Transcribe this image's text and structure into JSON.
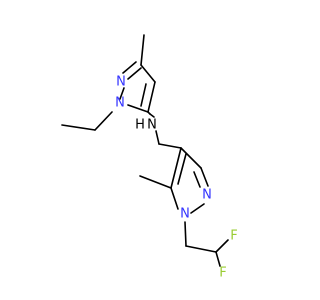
{
  "colors": {
    "background": "#ffffff",
    "bond": "#000000",
    "nitrogen": "#3333ff",
    "fluorine": "#99cc33"
  },
  "atoms": {
    "n_top_ring_1": "N",
    "n_top_ring_2": "N",
    "nh_linker_n": "N",
    "nh_linker_h": "H",
    "n_bottom_ring_1": "N",
    "n_bottom_ring_2": "N",
    "f_upper": "F",
    "f_lower": "F"
  }
}
